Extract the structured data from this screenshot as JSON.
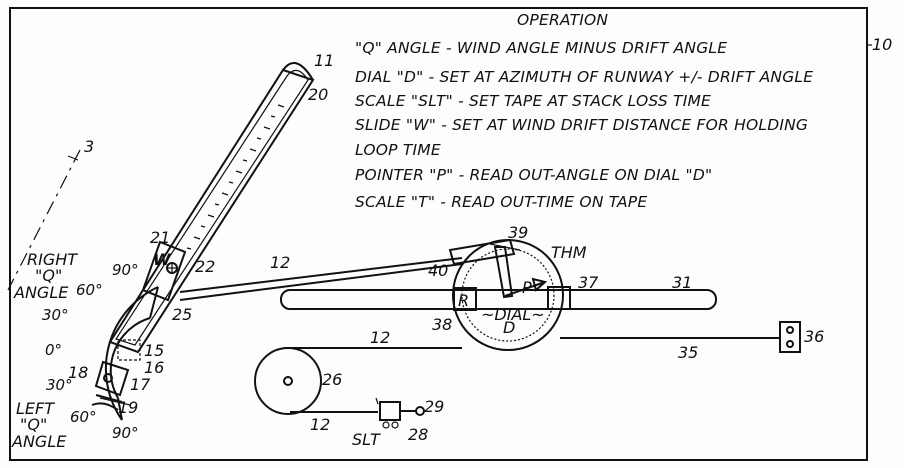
{
  "operation": {
    "heading": "OPERATION",
    "lines": [
      "\"Q\" ANGLE - WIND ANGLE  MINUS DRIFT ANGLE",
      "DIAL \"D\" - SET AT AZIMUTH OF RUNWAY +/- DRIFT ANGLE",
      "SCALE \"SLT\" - SET TAPE AT STACK LOSS TIME",
      "SLIDE \"W\" - SET AT WIND DRIFT DISTANCE FOR HOLDING",
      "LOOP TIME",
      "POINTER \"P\" - READ OUT-ANGLE ON DIAL \"D\"",
      "SCALE \"T\" - READ OUT-TIME ON TAPE"
    ]
  },
  "reference_numbers": {
    "r10": "10",
    "r11": "11",
    "r20": "20",
    "r3": "3",
    "r21": "21",
    "r22": "22",
    "r25": "25",
    "r12a": "12",
    "r12b": "12",
    "r12c": "12",
    "r39": "39",
    "r40": "40",
    "r37": "37",
    "r31": "31",
    "r38": "38",
    "r35": "35",
    "r36": "36",
    "r15": "15",
    "r16": "16",
    "r17": "17",
    "r18": "18",
    "r19": "19",
    "r26": "26",
    "r29": "29",
    "r28": "28"
  },
  "labels": {
    "thm": "THM",
    "w": "W",
    "p": "P",
    "r": "R",
    "dial_top": "~DIAL~",
    "dial_bottom": "D",
    "slt": "SLT",
    "right_q_1": "RIGHT",
    "right_q_2": "\"Q\"",
    "right_q_3": "ANGLE",
    "left_q_1": "LEFT",
    "left_q_2": "\"Q\"",
    "left_q_3": "ANGLE"
  },
  "degrees": {
    "d90_top": "90°",
    "d60_top": "60°",
    "d30_top": "30°",
    "d0": "0°",
    "d30_bot": "30°",
    "d60_bot": "60°",
    "d90_bot": "90°"
  }
}
